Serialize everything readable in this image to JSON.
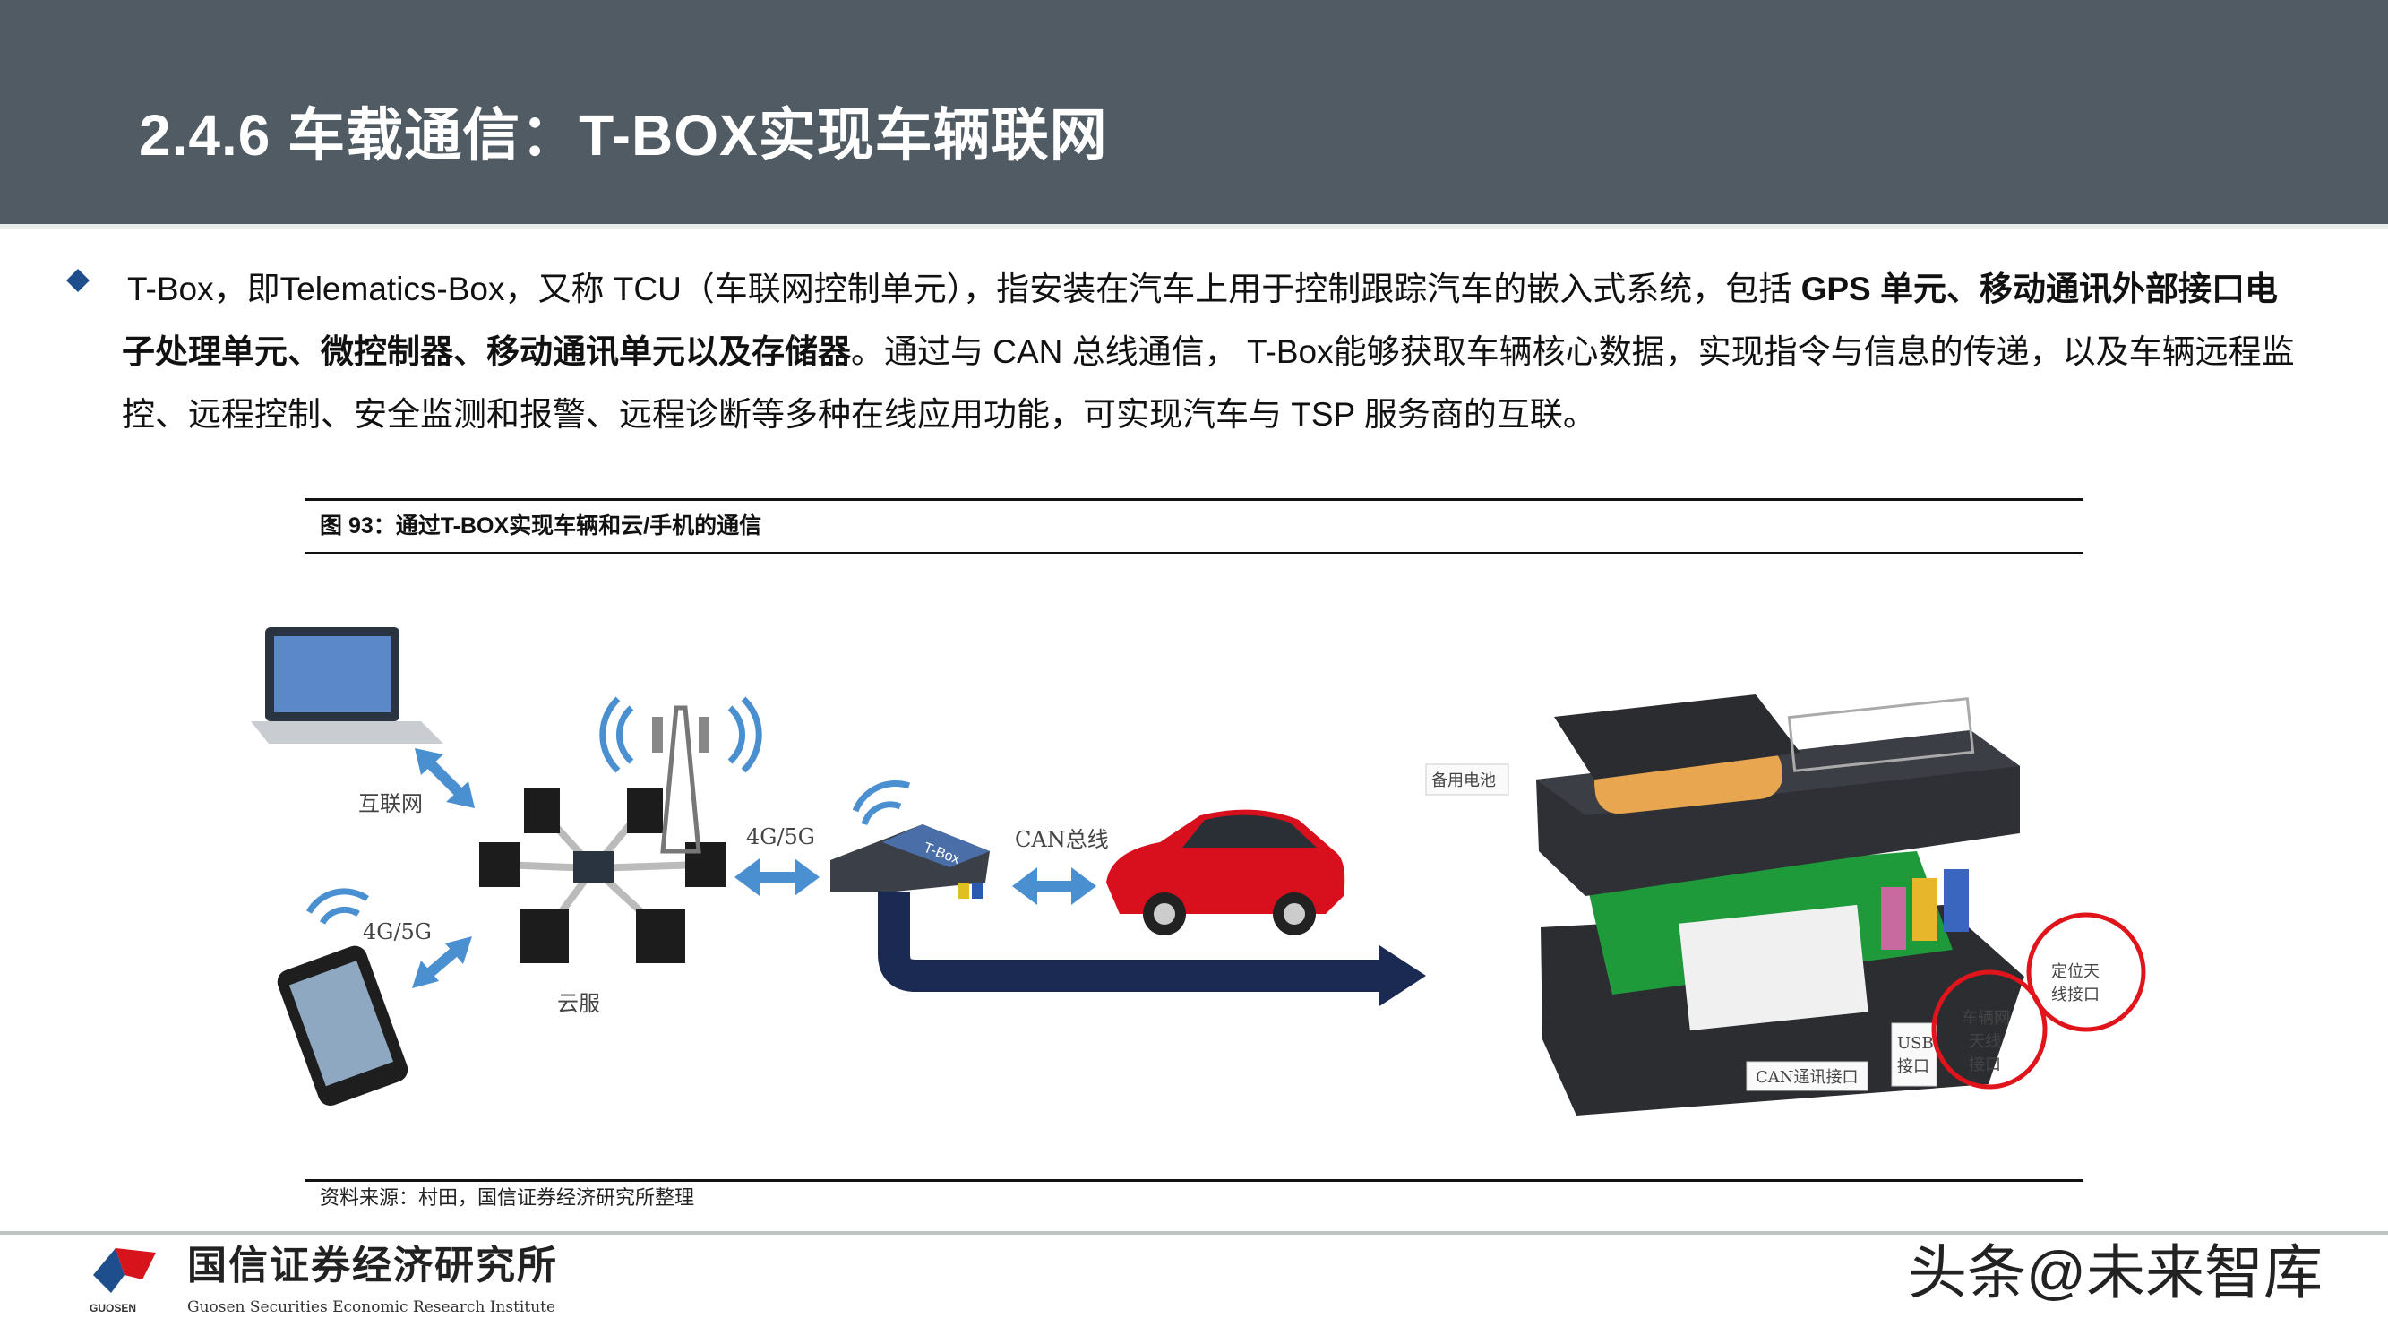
{
  "header": {
    "title": "2.4.6 车载通信：T-BOX实现车辆联网"
  },
  "body": {
    "bullet_icon": "diamond-bullet-icon",
    "bullet_color": "#1f4e8c",
    "p1": "T-Box，即Telematics-Box，又称 TCU（车联网控制单元），指安装在汽车上用于控制跟踪汽车的嵌入式系统，包括 ",
    "p1_bold": "GPS 单元、移动通讯外部接口电子处理单元、微控制器、移动通讯单元以及存储器",
    "p2": "。通过与 CAN 总线通信， T-Box能够获取车辆核心数据，实现指令与信息的传递，以及车辆远程监控、远程控制、安全监测和报警、远程诊断等多种在线应用功能，可实现汽车与 TSP 服务商的互联。"
  },
  "figure": {
    "caption": "图 93：通过T-BOX实现车辆和云/手机的通信",
    "source": "资料来源：村田，国信证券经济研究所整理",
    "labels": {
      "internet": "互联网",
      "g45_top": "4G/5G",
      "g45_phone": "4G/5G",
      "cloud": "云服",
      "can_bus": "CAN总线",
      "tbox_device": "T-Box",
      "battery": "备用电池",
      "gps_antenna": "定位天线接口",
      "gps_antenna_l1": "定位天",
      "gps_antenna_l2": "线接口",
      "v2x_antenna_l1": "车辆网",
      "v2x_antenna_l2": "天线",
      "v2x_antenna_l3": "接口",
      "usb_l1": "USB",
      "usb_l2": "接口",
      "can_port": "CAN通讯接口"
    },
    "colors": {
      "arrow": "#1b2a52",
      "highlight": "#e0141b",
      "car": "#d8101e",
      "pcb": "#1f9a3a"
    }
  },
  "footer": {
    "logo_cn": "国信证券经济研究所",
    "logo_en": "Guosen Securities Economic Research Institute",
    "logo_abbr": "GUOSEN",
    "watermark": "头条@未来智库"
  }
}
